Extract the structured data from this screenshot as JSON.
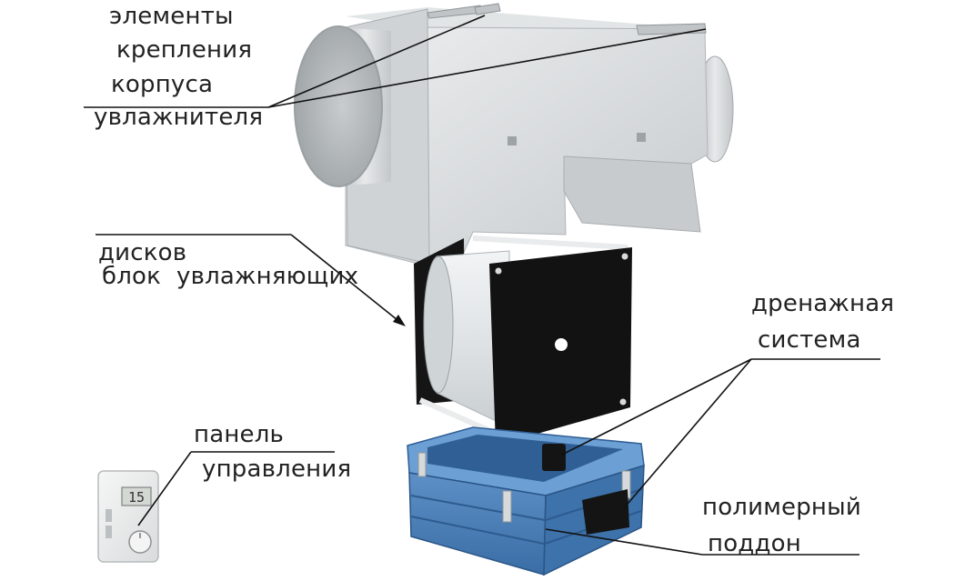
{
  "labels": {
    "mounting": [
      "элементы",
      "крепления",
      "корпуса",
      "увлажнителя"
    ],
    "disk_block": [
      "блок  увлажняющих",
      "дисков"
    ],
    "drainage": [
      "дренажная",
      "система"
    ],
    "control_panel": [
      "панель",
      "управления"
    ],
    "tray": [
      "полимерный",
      "поддон"
    ]
  },
  "panel_display": "15",
  "colors": {
    "housing": "#d6d9db",
    "housing_dark": "#b3b8bb",
    "disk_frame": "#121212",
    "disks": "#e3e6e8",
    "tray": "#4a7fb6",
    "tray_dark": "#2f5f94",
    "leader_line": "#111111",
    "text": "#222222"
  }
}
